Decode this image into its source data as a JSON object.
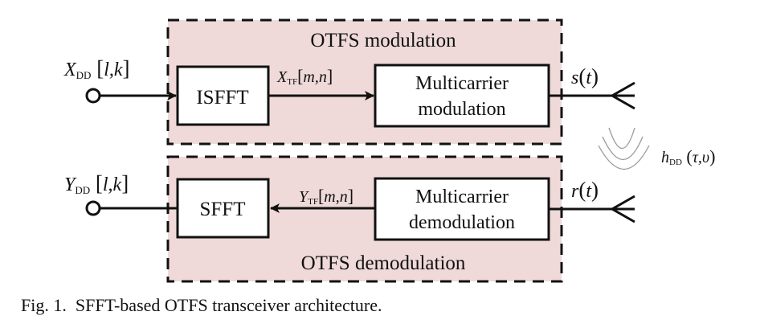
{
  "colors": {
    "group_fill": "#efdad9",
    "stroke": "#111111",
    "wave": "#9a9a9a"
  },
  "tx": {
    "group_label": "OTFS modulation",
    "input": {
      "sym": "X",
      "sub": "DD",
      "args": "l,k"
    },
    "isfft_label": "ISFFT",
    "mid_signal": {
      "sym": "X",
      "sub": "TF",
      "args": "m,n"
    },
    "mc_line1": "Multicarrier",
    "mc_line2": "modulation",
    "output": {
      "sym": "s",
      "args": "t"
    }
  },
  "rx": {
    "group_label": "OTFS demodulation",
    "output": {
      "sym": "Y",
      "sub": "DD",
      "args": "l,k"
    },
    "sfft_label": "SFFT",
    "mid_signal": {
      "sym": "Y",
      "sub": "TF",
      "args": "m,n"
    },
    "mc_line1": "Multicarrier",
    "mc_line2": "demodulation",
    "input": {
      "sym": "r",
      "args": "t"
    }
  },
  "channel": {
    "sym": "h",
    "sub": "DD",
    "args": "τ,υ"
  },
  "caption": "Fig. 1.  SFFT-based OTFS transceiver architecture."
}
